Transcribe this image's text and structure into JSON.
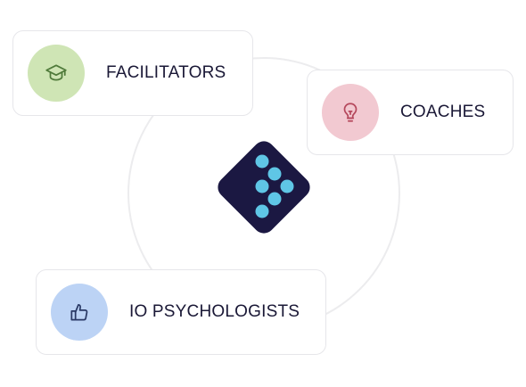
{
  "roles": [
    {
      "label": "FACILITATORS",
      "icon": "graduation-cap-icon",
      "color": "#cfe5b5",
      "icon_color": "#4f7a3a"
    },
    {
      "label": "COACHES",
      "icon": "lightbulb-icon",
      "color": "#f2c9d1",
      "icon_color": "#b5485c"
    },
    {
      "label": "IO PSYCHOLOGISTS",
      "icon": "thumbs-up-icon",
      "color": "#bcd3f5",
      "icon_color": "#2a3a66"
    }
  ],
  "logo": {
    "icon": "brand-logo-icon",
    "background": "#1b1842",
    "dot_color": "#5fc6e6"
  }
}
